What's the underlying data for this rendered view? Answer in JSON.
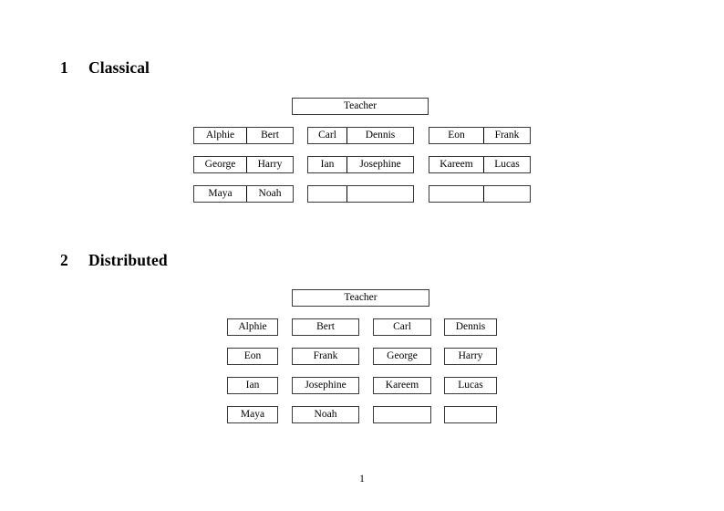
{
  "document": {
    "page_number": "1"
  },
  "sections": [
    {
      "number": "1",
      "title": "Classical",
      "teacher_label": "Teacher",
      "layout": "paired",
      "rows": [
        [
          [
            "Alphie",
            "Bert"
          ],
          [
            "Carl",
            "Dennis"
          ],
          [
            "Eon",
            "Frank"
          ]
        ],
        [
          [
            "George",
            "Harry"
          ],
          [
            "Ian",
            "Josephine"
          ],
          [
            "Kareem",
            "Lucas"
          ]
        ],
        [
          [
            "Maya",
            "Noah"
          ],
          [
            "",
            ""
          ],
          [
            "",
            ""
          ]
        ]
      ]
    },
    {
      "number": "2",
      "title": "Distributed",
      "teacher_label": "Teacher",
      "layout": "single",
      "rows": [
        [
          "Alphie",
          "Bert",
          "Carl",
          "Dennis"
        ],
        [
          "Eon",
          "Frank",
          "George",
          "Harry"
        ],
        [
          "Ian",
          "Josephine",
          "Kareem",
          "Lucas"
        ],
        [
          "Maya",
          "Noah",
          "",
          ""
        ]
      ]
    }
  ]
}
